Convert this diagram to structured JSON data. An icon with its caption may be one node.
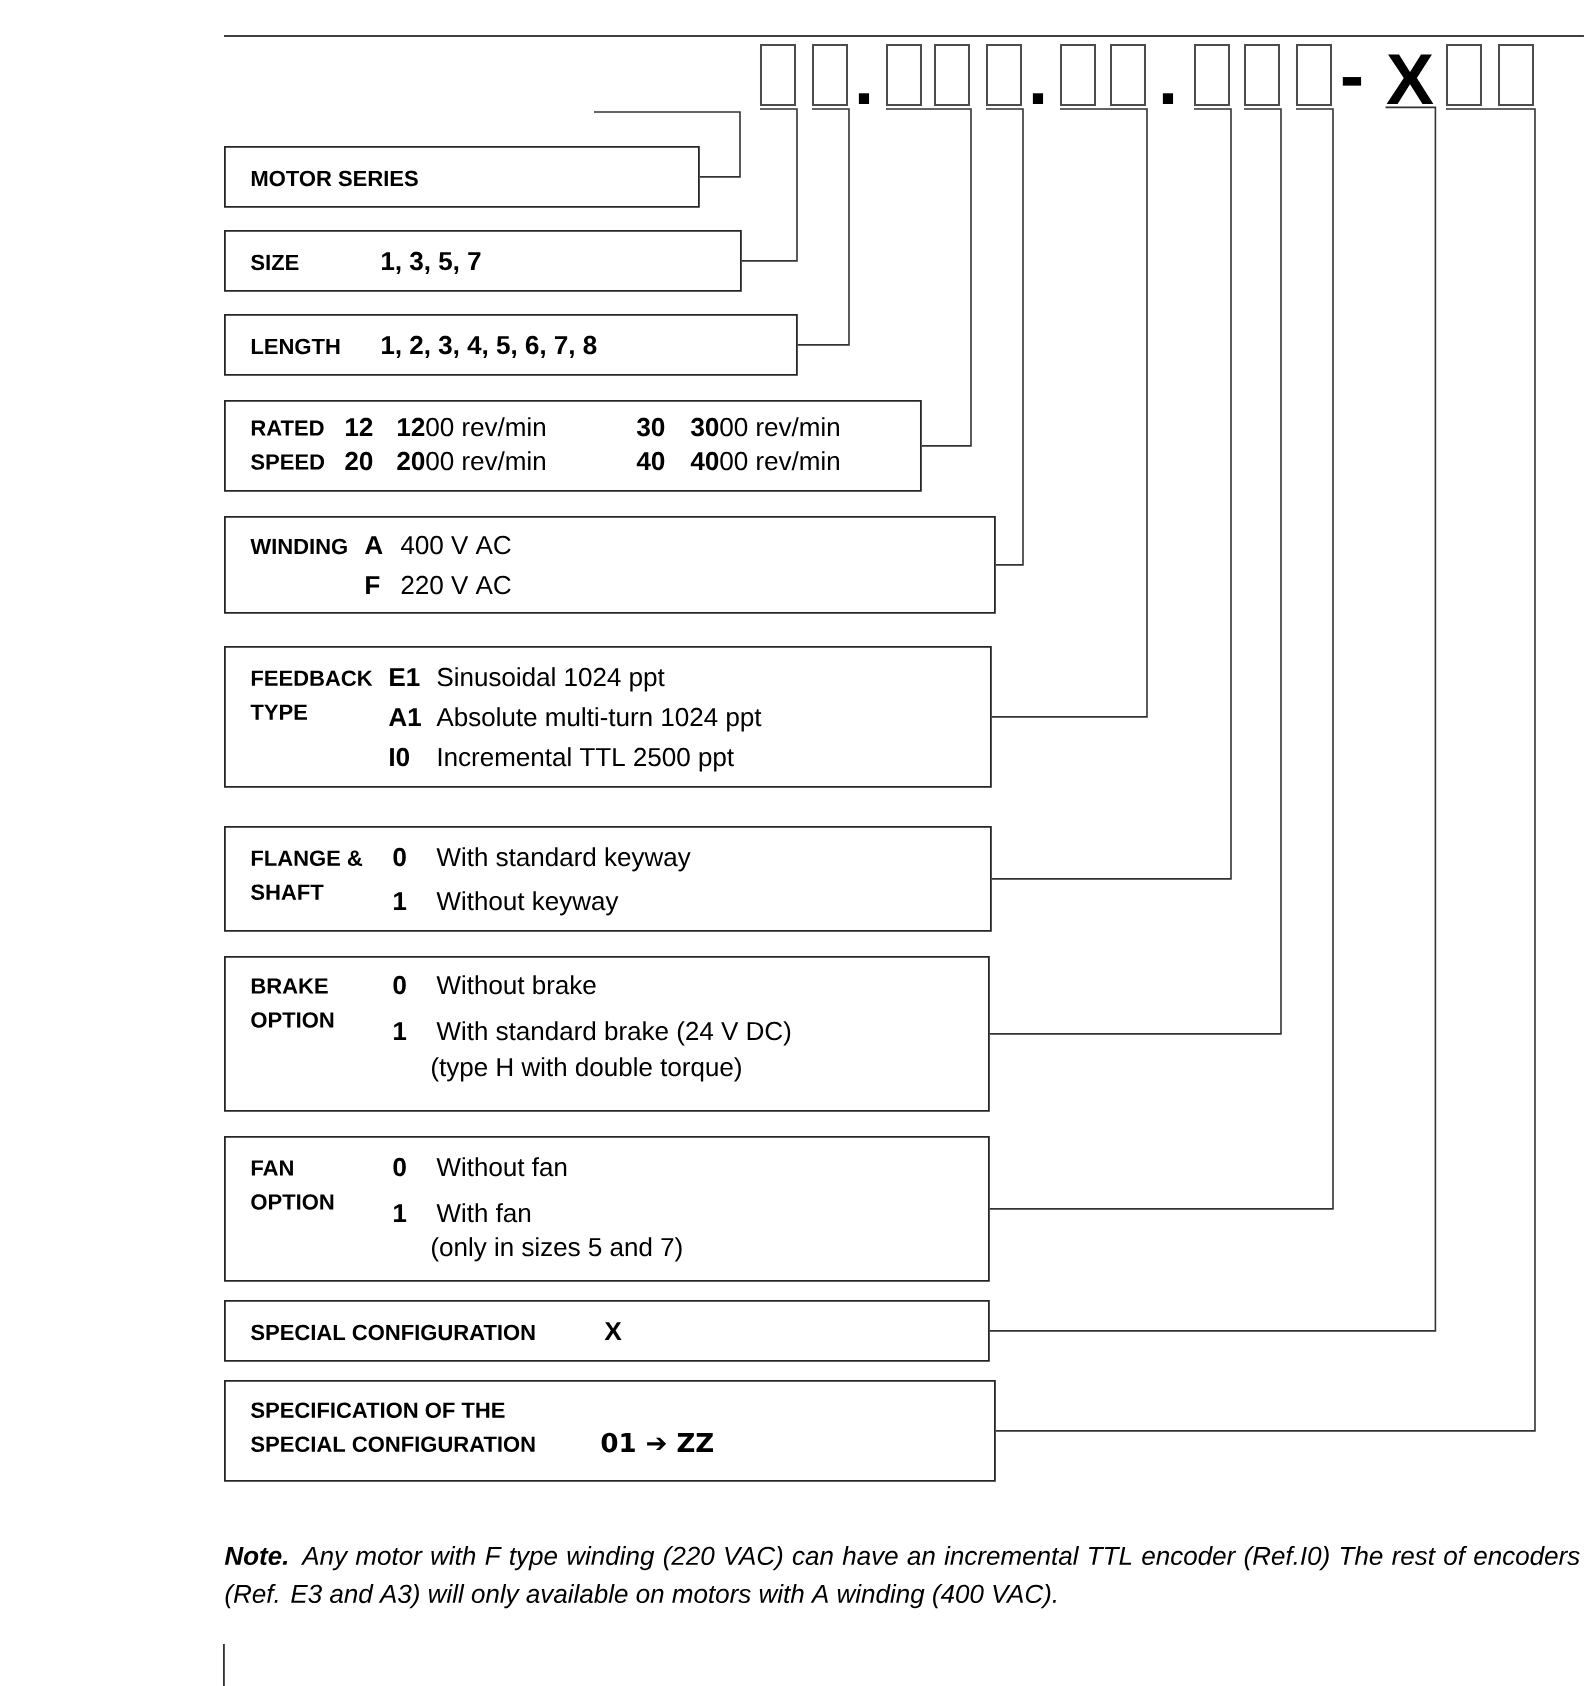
{
  "diagram": {
    "nodes": [
      {
        "text": [],
        "shape": "box"
      },
      {
        "text": [],
        "shape": "box"
      },
      {
        "text": [],
        "shape": "box"
      },
      {
        "text": [],
        "shape": "box"
      },
      {
        "text": [],
        "shape": "box"
      },
      {
        "text": [],
        "shape": "box"
      },
      {
        "text": [],
        "shape": "box"
      },
      {
        "text": [],
        "shape": "box"
      },
      {
        "text": [],
        "shape": "box"
      },
      {
        "text": [],
        "shape": "box"
      },
      {
        "text": [
          "X"
        ]
      },
      {
        "text": [],
        "shape": "box"
      },
      {
        "text": [],
        "shape": "box"
      },
      {
        "text": [
          "MOTOR SERIES"
        ]
      },
      {
        "text": [
          "SIZE",
          "1, 3, 5, 7"
        ]
      },
      {
        "text": [
          "LENGTH",
          "1, 2, 3, 4, 5, 6, 7, 8"
        ]
      },
      {
        "text": [
          "RATED SPEED",
          "12",
          "**12**00 rev/min",
          "30",
          "**30**00 rev/min",
          "20",
          "**20**00 rev/min",
          "40",
          "**40**00 rev/min"
        ]
      },
      {
        "text": [
          "WINDING",
          "A",
          "400 V AC",
          "F",
          "220 V AC"
        ]
      },
      {
        "text": [
          "FEEDBACK TYPE",
          "E1",
          "Sinusoidal 1024 ppt",
          "A1",
          "Absolute multi-turn 1024 ppt",
          "I0",
          "Incremental TTL 2500 ppt"
        ]
      },
      {
        "text": [
          "FLANGE & SHAFT",
          "0",
          "With standard keyway",
          "1",
          "Without keyway"
        ]
      },
      {
        "text": [
          "BRAKE OPTION",
          "0",
          "Without brake",
          "1",
          "With standard brake (24 V DC)",
          "(type H with double torque)"
        ]
      },
      {
        "text": [
          "FAN OPTION",
          "0",
          "Without fan",
          "1",
          "With fan",
          "(only in sizes 5 and 7)"
        ]
      },
      {
        "text": [
          "SPECIAL CONFIGURATION",
          "X"
        ]
      },
      {
        "text": [
          "SPECIFICATION OF THE SPECIAL CONFIGURATION",
          "01 ➔ ZZ"
        ]
      }
    ],
    "edges": [
      {
        "from": 13,
        "to": null,
        "arrow": "none"
      },
      {
        "from": 14,
        "to": 0,
        "arrow": "none"
      },
      {
        "from": 15,
        "to": 1,
        "arrow": "none"
      },
      {
        "from": 16,
        "to": 2,
        "arrow": "none"
      },
      {
        "from": 16,
        "to": 3,
        "arrow": "none"
      },
      {
        "from": 17,
        "to": 4,
        "arrow": "none"
      },
      {
        "from": 18,
        "to": 5,
        "arrow": "none"
      },
      {
        "from": 18,
        "to": 6,
        "arrow": "none"
      },
      {
        "from": 19,
        "to": 7,
        "arrow": "none"
      },
      {
        "from": 20,
        "to": 8,
        "arrow": "none"
      },
      {
        "from": 21,
        "to": 9,
        "arrow": "none"
      },
      {
        "from": 22,
        "to": 10,
        "arrow": "none"
      },
      {
        "from": 23,
        "to": 11,
        "arrow": "none"
      },
      {
        "from": 23,
        "to": 12,
        "arrow": "none"
      }
    ],
    "labels": [
      ".",
      ".",
      ".",
      "-",
      "**Note.** Any motor with F type winding (220 VAC) can have an incremental TTL encoder (Ref.I0) The rest of encoders (Ref. E3 and A3) will only available on motors with A winding (400 VAC)."
    ]
  }
}
